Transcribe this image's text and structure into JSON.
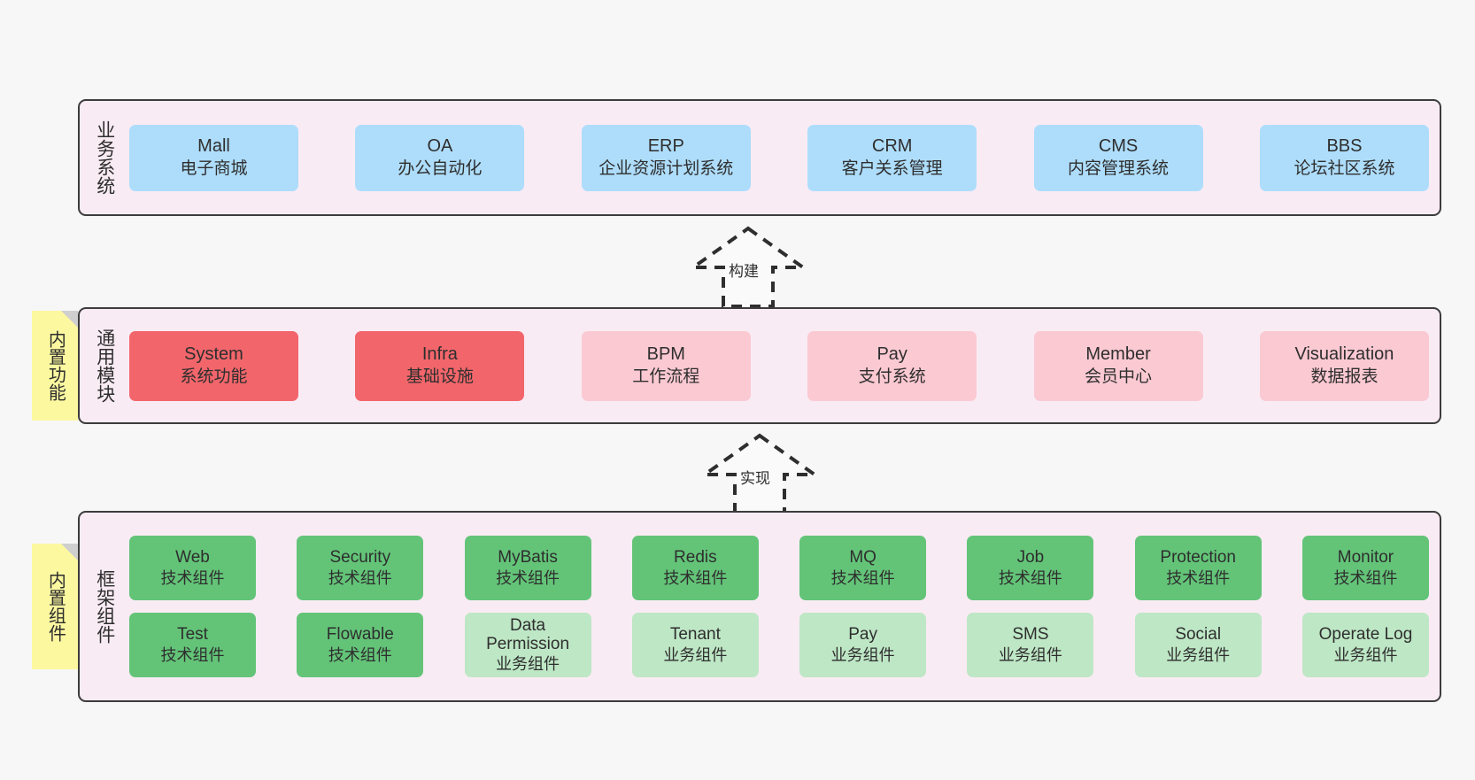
{
  "diagram": {
    "title_hidden": "",
    "colors": {
      "canvas": "#F7F7F7",
      "layer_bg": "#F9EBF4",
      "layer_border": "#3C3C3C",
      "business_box": "#AEDDFB",
      "module_core": "#F2666B",
      "module_optional": "#FBC9D2",
      "framework_tech": "#63C478",
      "framework_biz": "#BEE7C5",
      "note_bg": "#FCF8A0",
      "note_fold": "#CFCFCF"
    }
  },
  "layers": {
    "business": {
      "label": "业务系统",
      "items": [
        {
          "name": "Mall",
          "desc": "电子商城"
        },
        {
          "name": "OA",
          "desc": "办公自动化"
        },
        {
          "name": "ERP",
          "desc": "企业资源计划系统"
        },
        {
          "name": "CRM",
          "desc": "客户关系管理"
        },
        {
          "name": "CMS",
          "desc": "内容管理系统"
        },
        {
          "name": "BBS",
          "desc": "论坛社区系统"
        }
      ]
    },
    "modules": {
      "label": "通用模块",
      "note": "内置功能",
      "items": [
        {
          "name": "System",
          "desc": "系统功能",
          "kind": "red"
        },
        {
          "name": "Infra",
          "desc": "基础设施",
          "kind": "red"
        },
        {
          "name": "BPM",
          "desc": "工作流程",
          "kind": "pink"
        },
        {
          "name": "Pay",
          "desc": "支付系统",
          "kind": "pink"
        },
        {
          "name": "Member",
          "desc": "会员中心",
          "kind": "pink"
        },
        {
          "name": "Visualization",
          "desc": "数据报表",
          "kind": "pink"
        }
      ]
    },
    "framework": {
      "label": "框架组件",
      "note": "内置组件",
      "row_tech": [
        {
          "name": "Web",
          "desc": "技术组件",
          "kind": "green"
        },
        {
          "name": "Security",
          "desc": "技术组件",
          "kind": "green"
        },
        {
          "name": "MyBatis",
          "desc": "技术组件",
          "kind": "green"
        },
        {
          "name": "Redis",
          "desc": "技术组件",
          "kind": "green"
        },
        {
          "name": "MQ",
          "desc": "技术组件",
          "kind": "green"
        },
        {
          "name": "Job",
          "desc": "技术组件",
          "kind": "green"
        },
        {
          "name": "Protection",
          "desc": "技术组件",
          "kind": "green"
        },
        {
          "name": "Monitor",
          "desc": "技术组件",
          "kind": "green"
        }
      ],
      "row_biz": [
        {
          "name": "Test",
          "desc": "技术组件",
          "kind": "green"
        },
        {
          "name": "Flowable",
          "desc": "技术组件",
          "kind": "green"
        },
        {
          "name": "Data Permission",
          "desc": "业务组件",
          "kind": "greenlight"
        },
        {
          "name": "Tenant",
          "desc": "业务组件",
          "kind": "greenlight"
        },
        {
          "name": "Pay",
          "desc": "业务组件",
          "kind": "greenlight"
        },
        {
          "name": "SMS",
          "desc": "业务组件",
          "kind": "greenlight"
        },
        {
          "name": "Social",
          "desc": "业务组件",
          "kind": "greenlight"
        },
        {
          "name": "Operate Log",
          "desc": "业务组件",
          "kind": "greenlight"
        }
      ]
    }
  },
  "connectors": [
    {
      "id": "build",
      "label": "构建",
      "from": "modules",
      "to": "business",
      "style": "dashed-generalization"
    },
    {
      "id": "implement",
      "label": "实现",
      "from": "framework",
      "to": "modules",
      "style": "dashed-generalization"
    }
  ]
}
